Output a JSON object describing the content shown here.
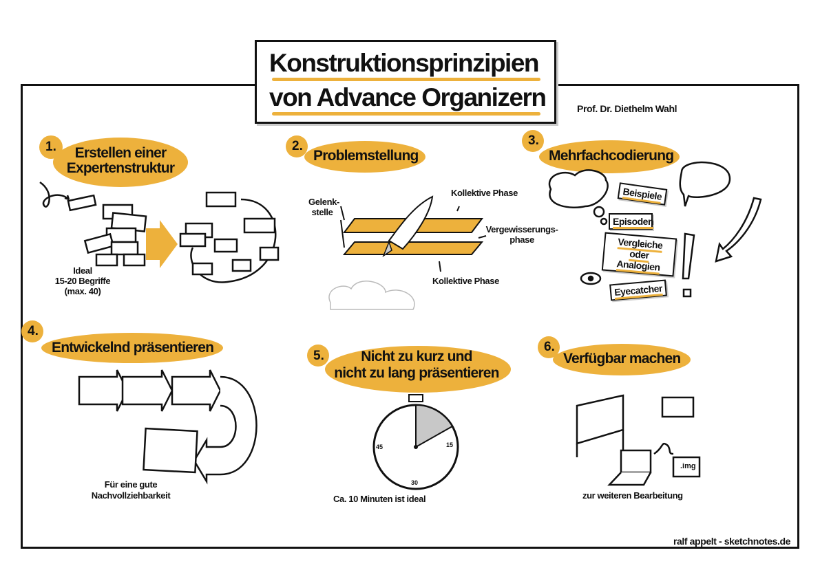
{
  "title": {
    "line1": "Konstruktionsprinzipien",
    "line2": "von Advance Organizern"
  },
  "author": "Prof. Dr. Diethelm Wahl",
  "credit": "ralf appelt - sketchnotes.de",
  "colors": {
    "accent": "#EDB13C",
    "ink": "#111111",
    "grey": "#C8C8C8"
  },
  "sections": [
    {
      "number": "1.",
      "heading_line1": "Erstellen einer",
      "heading_line2": "Expertenstruktur",
      "note_line1": "Ideal",
      "note_line2": "15-20 Begriffe",
      "note_line3": "(max. 40)"
    },
    {
      "number": "2.",
      "heading": "Problemstellung",
      "labels": {
        "hinge_line1": "Gelenk-",
        "hinge_line2": "stelle",
        "top": "Kollektive Phase",
        "middle_line1": "Vergewisserungs-",
        "middle_line2": "phase",
        "bottom": "Kollektive Phase"
      }
    },
    {
      "number": "3.",
      "heading": "Mehrfachcodierung",
      "cards": [
        "Beispiele",
        "Episoden",
        "Vergleiche oder",
        "Analogien",
        "Eyecatcher"
      ]
    },
    {
      "number": "4.",
      "heading": "Entwickelnd präsentieren",
      "caption_line1": "Für eine gute",
      "caption_line2": "Nachvollziehbarkeit"
    },
    {
      "number": "5.",
      "heading_line1": "Nicht zu kurz und",
      "heading_line2": "nicht zu lang präsentieren",
      "clock_labels": {
        "right": "15",
        "bottom": "30",
        "left": "45"
      },
      "caption": "Ca. 10 Minuten ist ideal"
    },
    {
      "number": "6.",
      "heading": "Verfügbar machen",
      "file_label": ".img",
      "caption": "zur weiteren Bearbeitung"
    }
  ]
}
